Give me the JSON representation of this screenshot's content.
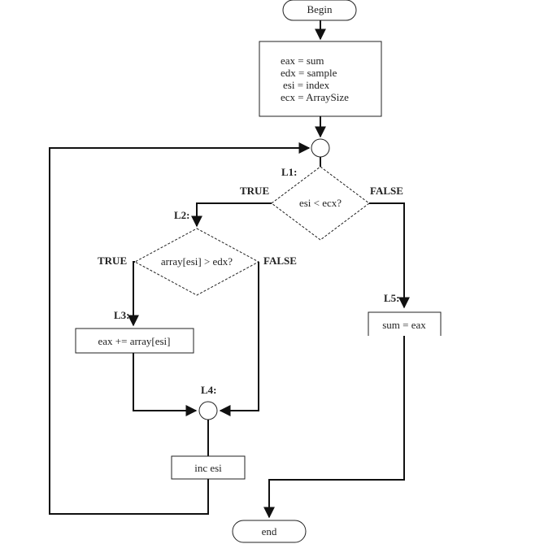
{
  "nodes": {
    "begin": "Begin",
    "init": [
      "eax = sum",
      "edx = sample",
      "esi = index",
      "ecx = ArraySize"
    ],
    "cond1": "esi < ecx?",
    "cond2": "array[esi] > edx?",
    "add": "eax += array[esi]",
    "inc": "inc esi",
    "store": "sum = eax",
    "end": "end"
  },
  "labels": {
    "l1": "L1:",
    "l2": "L2:",
    "l3": "L3:",
    "l4": "L4:",
    "l5": "L5:"
  },
  "branches": {
    "cond1_true": "TRUE",
    "cond1_false": "FALSE",
    "cond2_true": "TRUE",
    "cond2_false": "FALSE"
  }
}
